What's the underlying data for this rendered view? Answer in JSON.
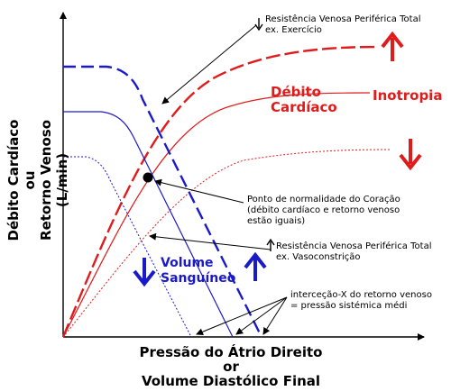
{
  "y_axis_label": {
    "line1": "Débito Cardíaco",
    "line2": "ou",
    "line3": "Retorno Venoso",
    "line4": "(L/min)"
  },
  "x_axis_label": {
    "line1": "Pressão do Átrio Direito",
    "line2": "or",
    "line3": "Volume Diastólico Final"
  },
  "annotations": {
    "rvp_exercise_line1": "Resistência Venosa Periférica Total",
    "rvp_exercise_line2": "ex. Exercício",
    "debito_line1": "Débito",
    "debito_line2": "Cardíaco",
    "inotropia": "Inotropia",
    "ponto_line1": "Ponto de normalidade do Coração",
    "ponto_line2": "(débito cardíaco e retorno venoso",
    "ponto_line3": "estão iguais)",
    "rvp_vaso_line1": "Resistência Venosa Periférica Total",
    "rvp_vaso_line2": "ex. Vasoconstrição",
    "volume_line1": "Volume",
    "volume_line2": "Sanguíneo",
    "intercept_line1": "interceção-X do retorno venoso",
    "intercept_line2": "= pressão sistémica médi"
  },
  "colors": {
    "cardiac_output": "#e01b1b",
    "venous_return": "#1a1ac8",
    "arrow_red": "#e01b1b",
    "arrow_blue": "#1a1ac8",
    "axis": "#000000"
  }
}
